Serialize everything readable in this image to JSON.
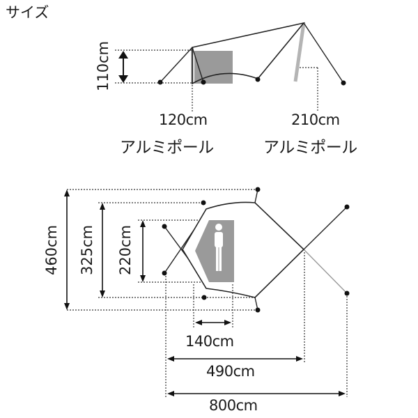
{
  "title": "サイズ",
  "side_view": {
    "height": "110cm",
    "pole_short": {
      "length": "120cm",
      "type": "アルミポール"
    },
    "pole_long": {
      "length": "210cm",
      "type": "アルミポール"
    }
  },
  "top_view": {
    "depth_outer": "460cm",
    "depth_mid": "325cm",
    "depth_inner": "220cm",
    "width_small": "140cm",
    "width_mid": "490cm",
    "width_total": "800cm"
  },
  "colors": {
    "line": "#222222",
    "dotted": "#333333",
    "pole": "#b4b4b4",
    "person": "#a0a0a0"
  }
}
